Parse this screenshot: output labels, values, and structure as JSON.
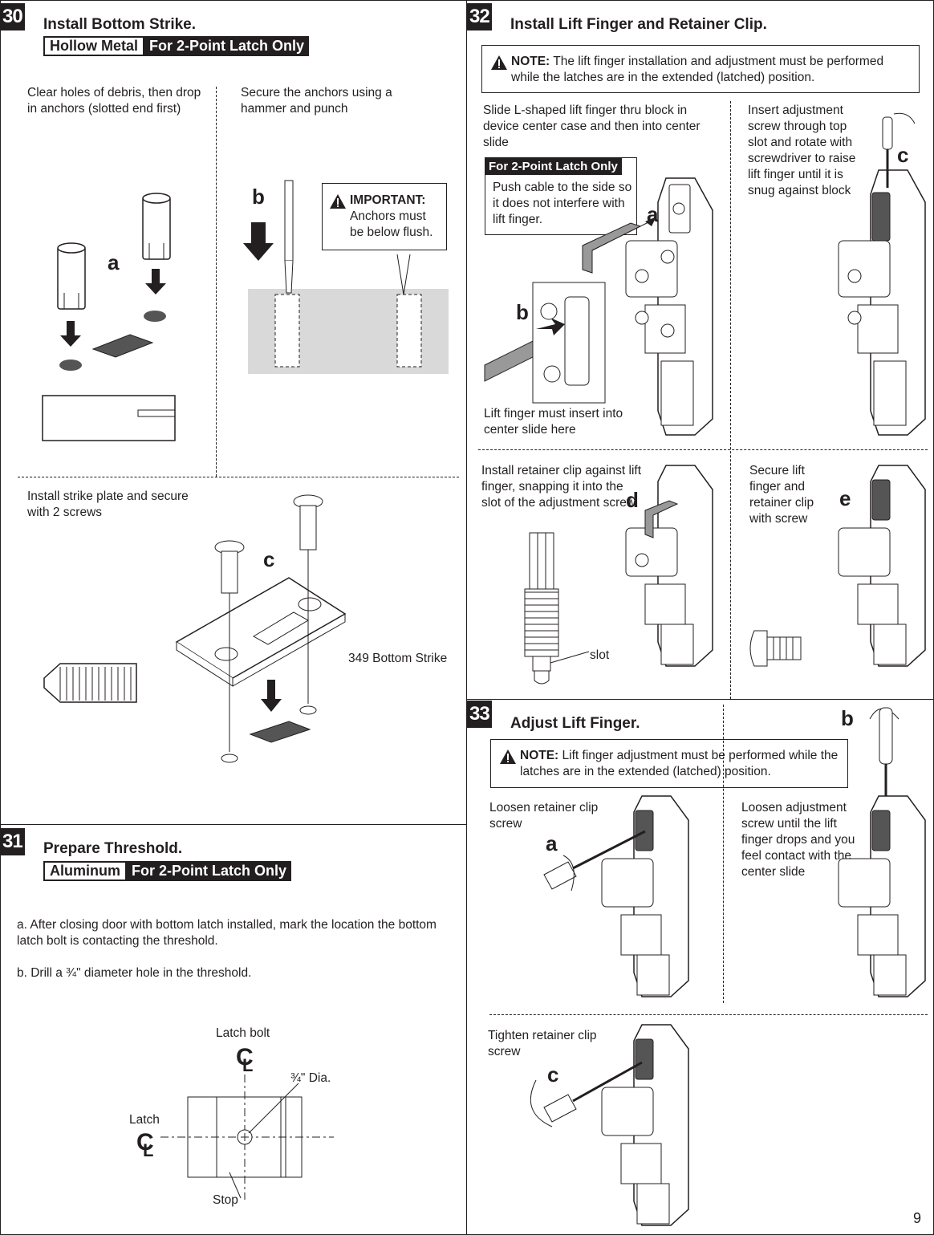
{
  "page_number": "9",
  "step30": {
    "number": "30",
    "title": "Install Bottom Strike.",
    "tag_left": "Hollow Metal",
    "tag_right": "For 2-Point Latch Only",
    "text_a": "Clear holes of debris, then drop in anchors (slotted end first)",
    "text_b": "Secure the anchors using a hammer and punch",
    "important_label": "IMPORTANT:",
    "important_text": "Anchors must be below flush.",
    "text_c": "Install strike plate and secure with 2 screws",
    "strike_label": "349 Bottom Strike",
    "letters": [
      "a",
      "b",
      "c"
    ]
  },
  "step31": {
    "number": "31",
    "title": "Prepare Threshold.",
    "tag_left": "Aluminum",
    "tag_right": "For 2-Point Latch Only",
    "line_a": "a.  After closing door with bottom latch installed, mark the location the bottom latch bolt is contacting the threshold.",
    "line_b": "b.  Drill a ¾\" diameter hole in the threshold.",
    "latch_bolt": "Latch bolt",
    "latch": "Latch",
    "dia": "¾\" Dia.",
    "stop": "Stop"
  },
  "step32": {
    "number": "32",
    "title": "Install Lift Finger and Retainer Clip.",
    "note_label": "NOTE:",
    "note_text": "The lift finger installation and adjustment must be performed while the latches are in the extended (latched) position.",
    "text_a": "Slide L-shaped lift finger thru block in device center case and then into center slide",
    "box_header": "For 2-Point Latch Only",
    "box_text": "Push cable to the side so it does not interfere with lift finger.",
    "text_b": "Lift finger must insert into center slide here",
    "text_c": "Insert adjustment screw through top slot and rotate with screwdriver to raise lift finger until it is snug against block",
    "text_d": "Install retainer clip against lift finger, snapping it into the slot of the adjustment screw",
    "slot": "slot",
    "text_e": "Secure lift finger and retainer clip with screw",
    "letters": [
      "a",
      "b",
      "c",
      "d",
      "e"
    ]
  },
  "step33": {
    "number": "33",
    "title": "Adjust Lift Finger.",
    "note_label": "NOTE:",
    "note_text": "Lift finger adjustment must be performed while the latches are in the extended (latched) position.",
    "text_a": "Loosen retainer clip screw",
    "text_b": "Loosen adjustment screw until the lift finger drops and you feel contact with the center slide",
    "text_c": "Tighten retainer clip screw",
    "letters": [
      "a",
      "b",
      "c"
    ]
  },
  "colors": {
    "ink": "#231f20",
    "panel_gray": "#d9d9d9",
    "dark_fill": "#555555"
  }
}
